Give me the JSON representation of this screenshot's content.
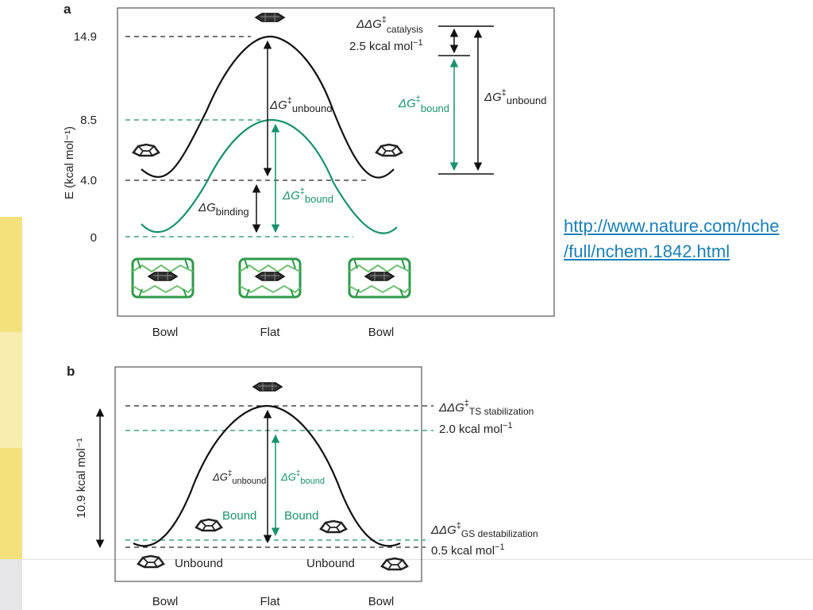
{
  "link": {
    "line1": "http://www.nature.com/nche",
    "line2": "/full/nchem.1842.html"
  },
  "colors": {
    "green": "#17916f",
    "black": "#111111",
    "strip_yellow": "#f5e07e",
    "strip_light_yellow": "#f8ecae",
    "strip_gray": "#e6e6e8"
  },
  "panel_a": {
    "label": "a",
    "yaxis_label": "E (kcal mol⁻¹)",
    "ticks": [
      "14.9",
      "8.5",
      "4.0",
      "0"
    ],
    "x_labels": [
      "Bowl",
      "Flat",
      "Bowl"
    ],
    "ddg_catalysis": {
      "prefix": "ΔΔG",
      "sup": "‡",
      "sub": "catalysis",
      "value": "2.5 kcal mol",
      "exp": "−1"
    },
    "dg_unbound": {
      "prefix": "ΔG",
      "sup": "‡",
      "sub": "unbound"
    },
    "dg_bound": {
      "prefix": "ΔG",
      "sup": "‡",
      "sub": "bound"
    },
    "dg_binding": {
      "prefix": "ΔG",
      "sub": "binding"
    }
  },
  "panel_b": {
    "label": "b",
    "yaxis_label": "10.9 kcal mol⁻¹",
    "x_labels": [
      "Bowl",
      "Flat",
      "Bowl"
    ],
    "ddg_ts": {
      "prefix": "ΔΔG",
      "sup": "‡",
      "sub": "TS stabilization",
      "value": "2.0 kcal mol",
      "exp": "−1"
    },
    "ddg_gs": {
      "prefix": "ΔΔG",
      "sup": "‡",
      "sub": "GS destabilization",
      "value": "0.5 kcal mol",
      "exp": "−1"
    },
    "dg_unbound": {
      "prefix": "ΔG",
      "sup": "‡",
      "sub": "unbound"
    },
    "dg_bound": {
      "prefix": "ΔG",
      "sup": "‡",
      "sub": "bound"
    },
    "bound_label": "Bound",
    "unbound_label": "Unbound"
  }
}
